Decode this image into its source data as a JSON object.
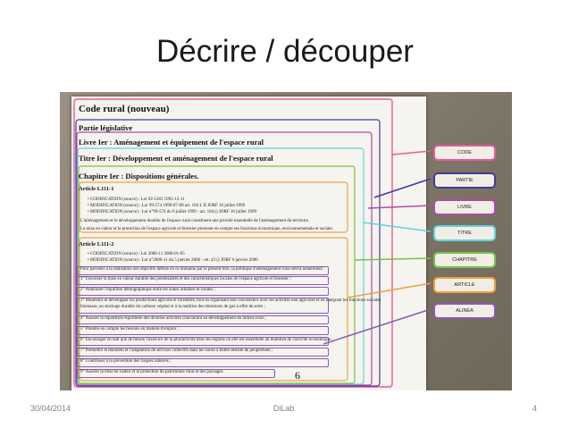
{
  "slide": {
    "title": "Décrire / découper",
    "date": "30/04/2014",
    "author": "DiLab",
    "page": "4"
  },
  "document": {
    "heading": "Code rural (nouveau)",
    "partie": "Partie législative",
    "livre": "Livre Ier : Aménagement et équipement de l'espace rural",
    "titre": "Titre Ier : Développement et aménagement de l'espace rural",
    "chapitre": "Chapitre Ier : Dispositions générales.",
    "article1": "Article L111-1",
    "article1_lines": [
      "• CODIFICATION (source) : Loi 92-1283 1992-12-11",
      "• MODIFICATION (source) : Loi 99-574 1999-07-09 art. 104 I, II JORF 10 juillet 1999",
      "• MODIFICATION (source) : Loi n°99-574 du 9 juillet 1999 - art. 104 () JORF 10 juillet 1999"
    ],
    "article1_text": [
      "L'aménagement et le développement durable de l'espace rural constituent une priorité essentielle de l'aménagement du territoire.",
      "La mise en valeur et la protection de l'espace agricole et forestier prennent en compte ses fonctions économique, environnementale et sociale."
    ],
    "article2": "Article L111-2",
    "article2_lines": [
      "• CODIFICATION (source) : Loi 2006-11 2006-01-05",
      "• MODIFICATION (source) : Loi n°2006-11 du 5 janvier 2006 - art. 43 () JORF 6 janvier 2006"
    ],
    "alineas": [
      "Pour parvenir à la réalisation des objectifs définis en ce domaine par le présent titre, la politique d'aménagement rural devra notamment :",
      "1° Favoriser la mise en valeur durable des potentialités et des caractéristiques locales de l'espace agricole et forestier ;",
      "2° Améliorer l'équilibre démographique entre les zones urbaines et rurales ;",
      "3° Maintenir et développer les productions agricole et forestière, tout en organisant leur coexistence avec les activités non agricoles et en intégrant les fonctions sociales",
      "biomasse, au stockage durable du carbone végétal et à la maîtrise des émissions de gaz à effet de serre ;",
      "4° Assurer la répartition équilibrée des diverses activités concourant au développement du milieu rural ;",
      "5° Prendre en compte les besoins en matière d'emploi ;",
      "6° Encourager en tant que de besoin l'exercice de la pluriactivité dans les régions où elle est essentielle au maintien de l'activité économique ;",
      "7° Permettre le maintien et l'adaptation de services collectifs dans les zones à faible densité de peuplement ;",
      "8° Contribuer à la prévention des risques naturels ;",
      "9° Assurer la mise en valeur et la protection du patrimoine rural et des paysages."
    ],
    "page_number": "6"
  },
  "tags": [
    {
      "label": "CODE",
      "color": "#e85a9a"
    },
    {
      "label": "PARTIE",
      "color": "#3f3aa0"
    },
    {
      "label": "LIVRE",
      "color": "#b04aa8"
    },
    {
      "label": "TITRE",
      "color": "#5fd3e0"
    },
    {
      "label": "CHAPITRE",
      "color": "#76c24a"
    },
    {
      "label": "ARTICLE",
      "color": "#f0a040"
    },
    {
      "label": "ALINEA",
      "color": "#8a5ab8"
    }
  ]
}
